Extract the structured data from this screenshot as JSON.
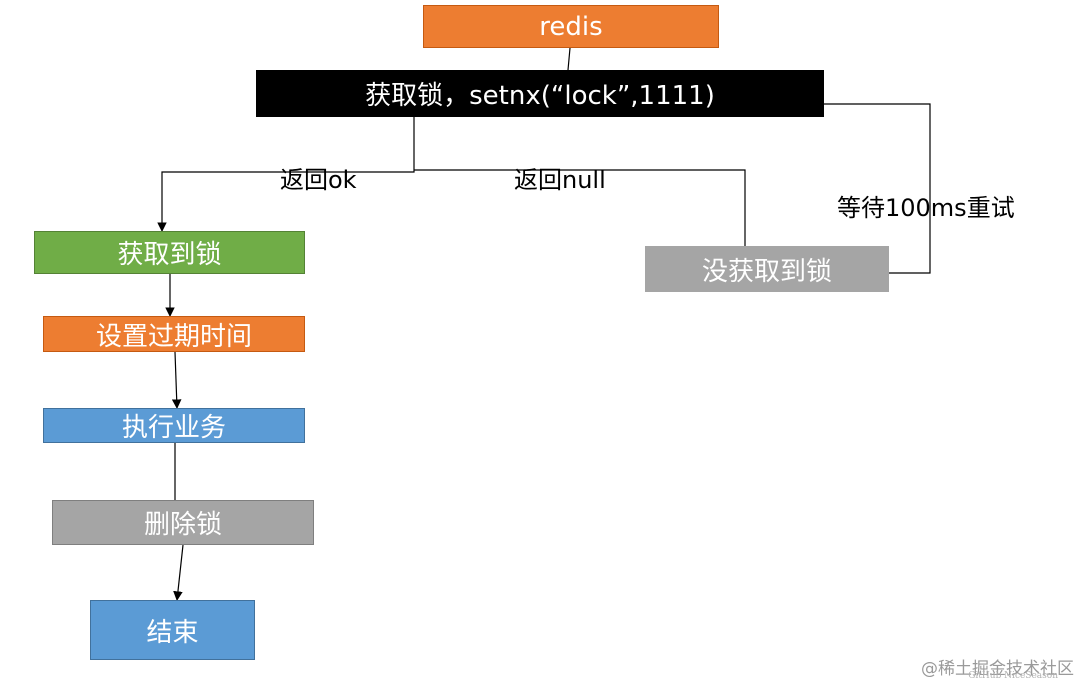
{
  "nodes": {
    "redis": "redis",
    "acquire": "获取锁，setnx(“lock”,1111)",
    "got_lock": "获取到锁",
    "set_expire": "设置过期时间",
    "execute": "执行业务",
    "delete_lock": "删除锁",
    "end": "结束",
    "no_lock": "没获取到锁"
  },
  "edges": {
    "return_ok": "返回ok",
    "return_null": "返回null",
    "retry": "等待100ms重试"
  },
  "colors": {
    "orange": "#ED7D31",
    "black": "#000000",
    "green": "#70AD47",
    "blue": "#5B9BD5",
    "gray": "#A5A5A5"
  },
  "watermark": {
    "text": "@稀土掘金技术社区",
    "sub": "GitHub NiceSeason"
  }
}
